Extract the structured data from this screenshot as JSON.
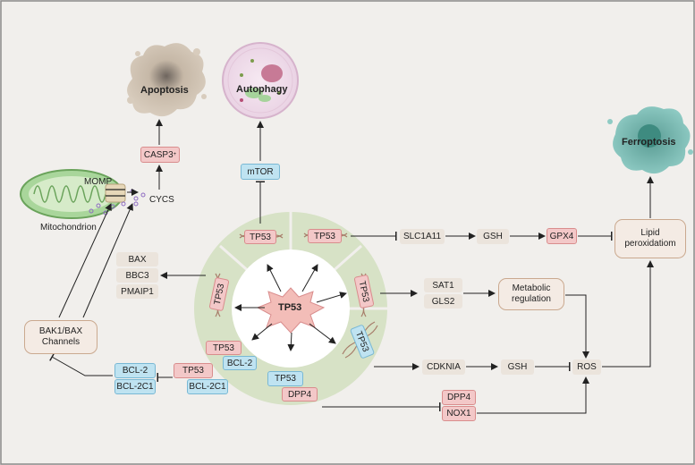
{
  "center": {
    "label": "TP53"
  },
  "ring": {
    "tp53_top_left": "TP53",
    "tp53_top_right": "TP53",
    "tp53_left": "TP53",
    "tp53_right": "TP53",
    "tp53_lower_right": "TP53"
  },
  "outcomes": {
    "apoptosis": "Apoptosis",
    "autophagy": "Autophagy",
    "ferroptosis": "Ferroptosis"
  },
  "mito": {
    "label": "Mitochondrion",
    "momp": "MOMP",
    "cycs": "CYCS"
  },
  "nodes": {
    "casp3": "CASP3",
    "casp3_sup": "+",
    "mtor": "mTOR",
    "slc1a11": "SLC1A11",
    "gsh_top": "GSH",
    "gpx4": "GPX4",
    "lipid": "Lipid peroxidatiom",
    "bax": "BAX",
    "bbc3": "BBC3",
    "pmaip1": "PMAIP1",
    "bak1_bax": "BAK1/BAX Channels",
    "sat1": "SAT1",
    "gls2": "GLS2",
    "metabolic": "Metabolic regulation",
    "tp53_bcl2": "TP53",
    "bcl2_small": "BCL-2",
    "bcl2": "BCL-2",
    "bcl2c1": "BCL-2C1",
    "tp53_mid": "TP53",
    "bcl2c1_right": "BCL-2C1",
    "tp53_dpp4": "TP53",
    "dpp4": "DPP4",
    "cdknia": "CDKNIA",
    "gsh_bottom": "GSH",
    "ros": "ROS",
    "dpp4_bottom": "DPP4",
    "nox1": "NOX1"
  },
  "colors": {
    "pink": "#f3c8c8",
    "blue": "#bfe3f1",
    "beige": "#ebe4dc",
    "ring": "#d7e2c6"
  }
}
